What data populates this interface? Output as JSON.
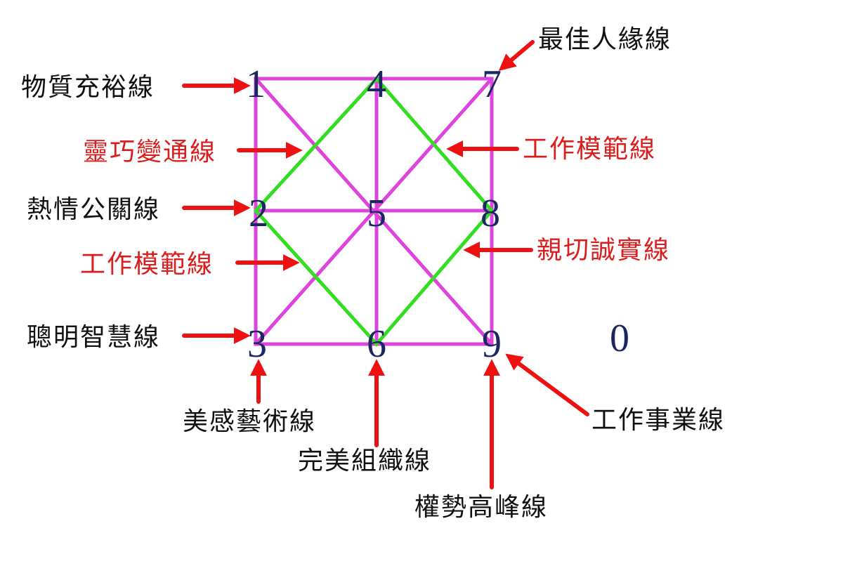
{
  "colors": {
    "grid_line": "#dd44dd",
    "diamond_line": "#33dd22",
    "arrow": "#ee1111",
    "digit": "#1c2660",
    "label_black": "#111111",
    "label_red": "#dd1c1c"
  },
  "numbers": {
    "n1": "1",
    "n2": "2",
    "n3": "3",
    "n4": "4",
    "n5": "5",
    "n6": "6",
    "n7": "7",
    "n8": "8",
    "n9": "9",
    "n0": "0"
  },
  "labels": {
    "material_abundance": "物質充裕線",
    "best_popularity": "最佳人緣線",
    "agile_adaptability": "靈巧變通線",
    "work_model_right": "工作模範線",
    "passion_pr": "熱情公關線",
    "work_model_left": "工作模範線",
    "kind_honest": "親切誠實線",
    "smart_wisdom": "聰明智慧線",
    "aesthetic_art": "美感藝術線",
    "perfect_organization": "完美組織線",
    "power_peak": "權勢高峰線",
    "work_career": "工作事業線"
  }
}
